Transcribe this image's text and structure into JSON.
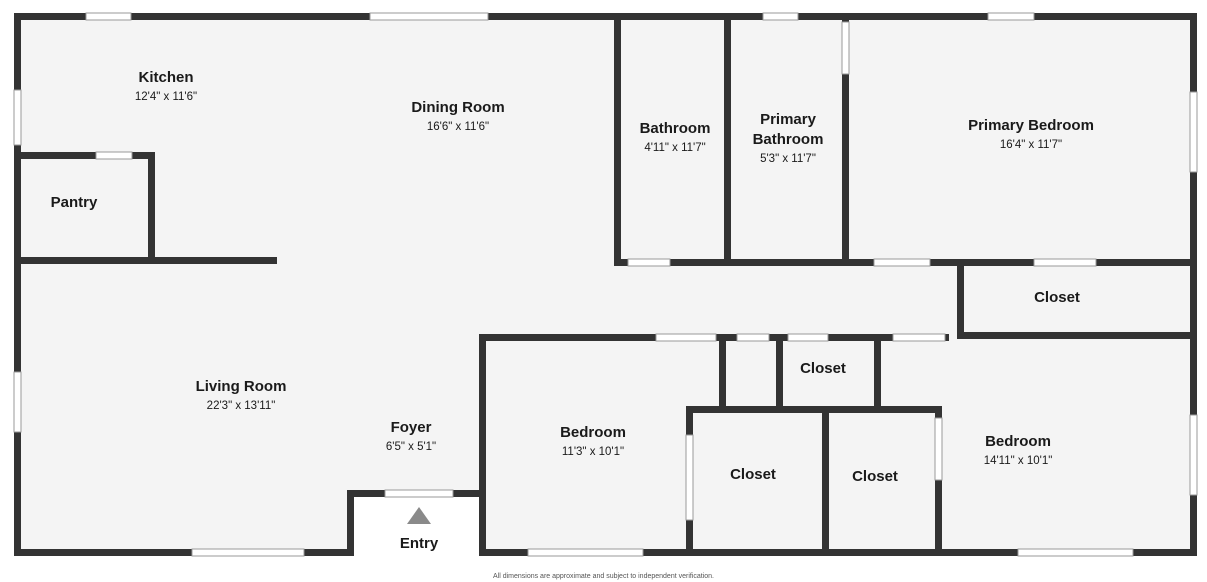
{
  "floorplan": {
    "colors": {
      "floor": "#f4f4f4",
      "wall": "#333333",
      "window": "#ffffff",
      "outside": "#ffffff"
    },
    "rooms": [
      {
        "id": "kitchen",
        "name": "Kitchen",
        "dims": "12'4\" x 11'6\""
      },
      {
        "id": "dining",
        "name": "Dining Room",
        "dims": "16'6\" x 11'6\""
      },
      {
        "id": "pantry",
        "name": "Pantry",
        "dims": ""
      },
      {
        "id": "bathroom",
        "name": "Bathroom",
        "dims": "4'11\" x 11'7\""
      },
      {
        "id": "primary-bathroom",
        "name": "Primary\nBathroom",
        "dims": "5'3\" x 11'7\""
      },
      {
        "id": "primary-bedroom",
        "name": "Primary Bedroom",
        "dims": "16'4\" x 11'7\""
      },
      {
        "id": "closet-1",
        "name": "Closet",
        "dims": ""
      },
      {
        "id": "living",
        "name": "Living Room",
        "dims": "22'3\" x 13'11\""
      },
      {
        "id": "foyer",
        "name": "Foyer",
        "dims": "6'5\" x 5'1\""
      },
      {
        "id": "bedroom-1",
        "name": "Bedroom",
        "dims": "11'3\" x 10'1\""
      },
      {
        "id": "closet-2",
        "name": "Closet",
        "dims": ""
      },
      {
        "id": "closet-3",
        "name": "Closet",
        "dims": ""
      },
      {
        "id": "closet-4",
        "name": "Closet",
        "dims": ""
      },
      {
        "id": "bedroom-2",
        "name": "Bedroom",
        "dims": "14'11\" x 10'1\""
      },
      {
        "id": "entry",
        "name": "Entry",
        "dims": ""
      }
    ],
    "entry_arrow": "triangle-up-icon",
    "disclaimer": "All dimensions are approximate and subject to independent verification."
  }
}
